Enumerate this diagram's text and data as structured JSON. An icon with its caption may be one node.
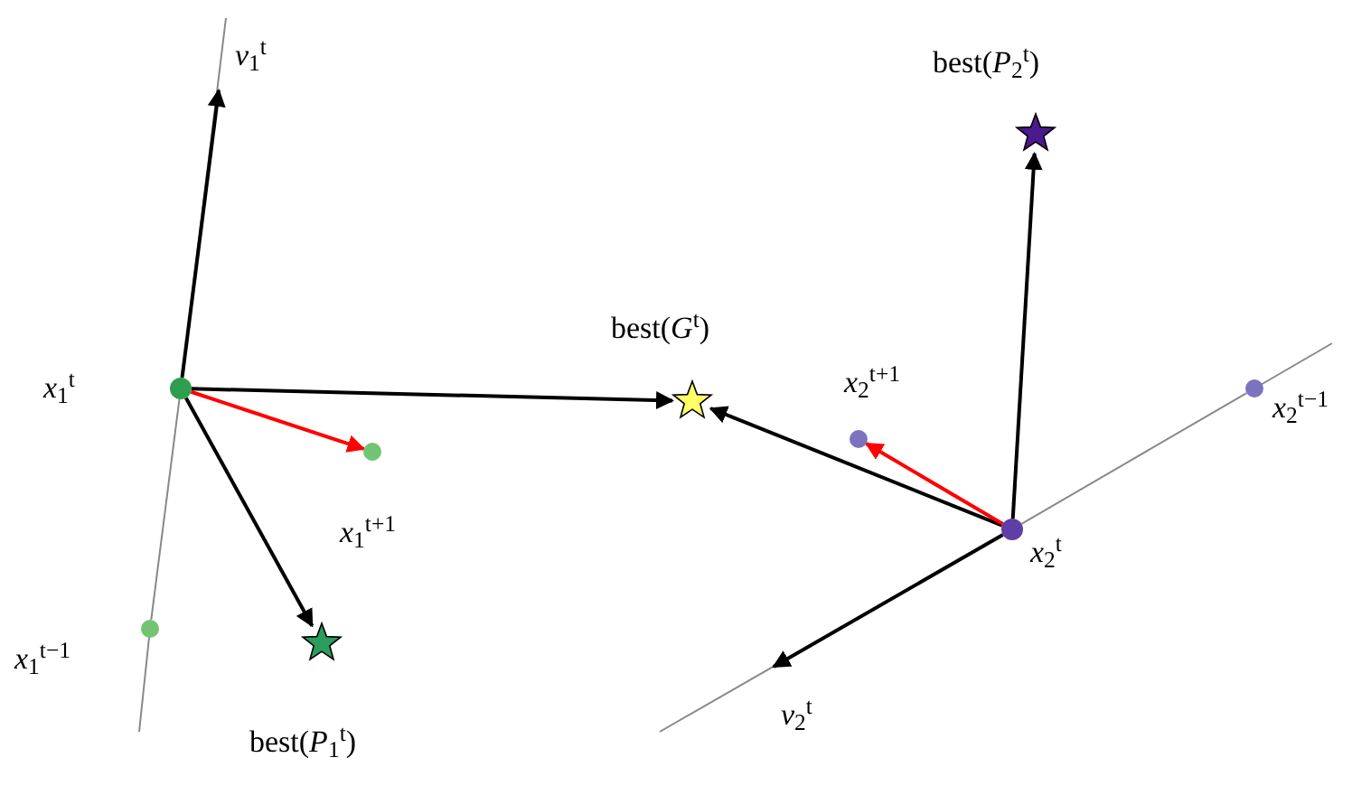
{
  "diagram": {
    "nodes": [
      {
        "text": [],
        "shape": "circle",
        "beside": [
          "*x*$_{1}$$^{t}$"
        ]
      },
      {
        "text": [],
        "shape": "circle",
        "beside": [
          "*x*$_{1}$$^{t+1}$"
        ]
      },
      {
        "text": [],
        "shape": "circle",
        "beside": [
          "*x*$_{1}$$^{t−1}$"
        ]
      },
      {
        "text": [],
        "shape": "star",
        "beside": [
          "best(*P*$_{1}$$^{t}$)"
        ]
      },
      {
        "text": [],
        "shape": "star",
        "beside": [
          "best(*G*$^{t}$)"
        ]
      },
      {
        "text": [],
        "shape": "circle",
        "beside": [
          "*x*$_{2}$$^{t+1}$"
        ]
      },
      {
        "text": [],
        "shape": "circle",
        "beside": [
          "*x*$_{2}$$^{t}$"
        ]
      },
      {
        "text": [],
        "shape": "circle",
        "beside": [
          "*x*$_{2}$$^{t−1}$"
        ]
      },
      {
        "text": [],
        "shape": "star",
        "beside": [
          "best(*P*$_{2}$$^{t}$)"
        ]
      }
    ],
    "edges": [
      {
        "from": 0,
        "to": null,
        "arrow": "to",
        "label": "*v*$_{1}$$^{t}$"
      },
      {
        "from": 0,
        "to": 1,
        "arrow": "to",
        "color": "#ff0000"
      },
      {
        "from": 0,
        "to": 3,
        "arrow": "to"
      },
      {
        "from": 0,
        "to": 4,
        "arrow": "to"
      },
      {
        "from": 2,
        "to": 0,
        "arrow": "none",
        "color": "#888888"
      },
      {
        "from": 6,
        "to": 4,
        "arrow": "to"
      },
      {
        "from": 6,
        "to": 5,
        "arrow": "to",
        "color": "#ff0000"
      },
      {
        "from": 6,
        "to": 8,
        "arrow": "to"
      },
      {
        "from": 6,
        "to": null,
        "arrow": "to",
        "label": "*v*$_{2}$$^{t}$"
      },
      {
        "from": 7,
        "to": 6,
        "arrow": "none",
        "color": "#888888"
      }
    ]
  }
}
